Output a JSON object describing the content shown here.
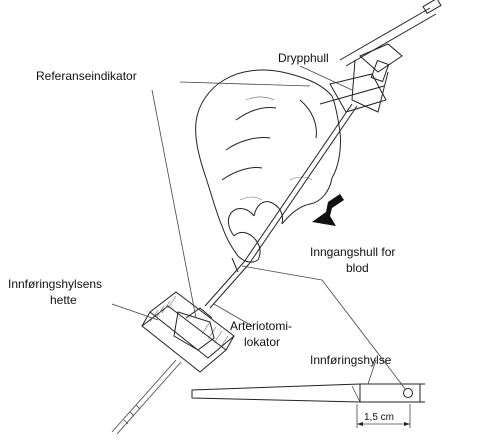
{
  "labels": {
    "drip_hole": "Drypphull",
    "reference_indicator": "Referanseindikator",
    "blood_entry_line1": "Inngangshull for",
    "blood_entry_line2": "blod",
    "sheath_cap_line1": "Innføringshylsens",
    "sheath_cap_line2": "hette",
    "arteriotomy_line1": "Arteriotomi-",
    "arteriotomy_line2": "lokator",
    "sheath": "Innføringshylse",
    "dimension": "1,5 cm"
  },
  "icons": {
    "direction_arrow": "arrow-down-left-icon",
    "hand": "hand-illustration",
    "sheath_cap": "sheath-cap-illustration",
    "sheath_detail": "sheath-detail-illustration"
  }
}
